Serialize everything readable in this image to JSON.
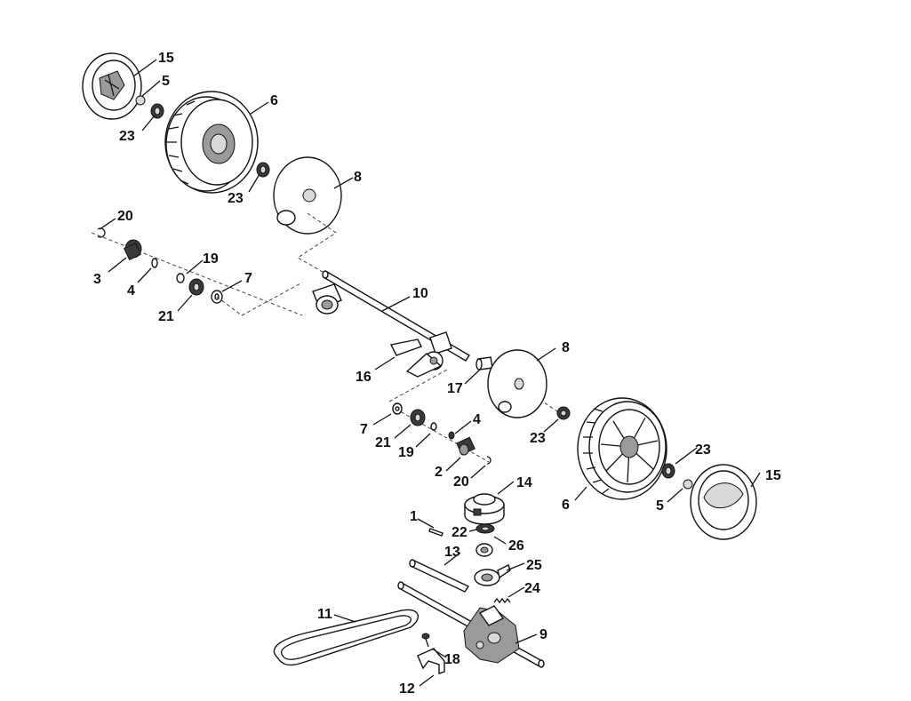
{
  "labels": {
    "l15a": "15",
    "l5a": "5",
    "l23a": "23",
    "l6a": "6",
    "l23b": "23",
    "l8a": "8",
    "l20a": "20",
    "l3": "3",
    "l4a": "4",
    "l19a": "19",
    "l7a": "7",
    "l21a": "21",
    "l10": "10",
    "l16": "16",
    "l17": "17",
    "l8b": "8",
    "l7b": "7",
    "l21b": "21",
    "l19b": "19",
    "l4b": "4",
    "l2": "2",
    "l20b": "20",
    "l23c": "23",
    "l23d": "23",
    "l6b": "6",
    "l5b": "5",
    "l15b": "15",
    "l14": "14",
    "l1": "1",
    "l22": "22",
    "l26": "26",
    "l13": "13",
    "l25": "25",
    "l24": "24",
    "l11": "11",
    "l9": "9",
    "l18": "18",
    "l12": "12"
  }
}
